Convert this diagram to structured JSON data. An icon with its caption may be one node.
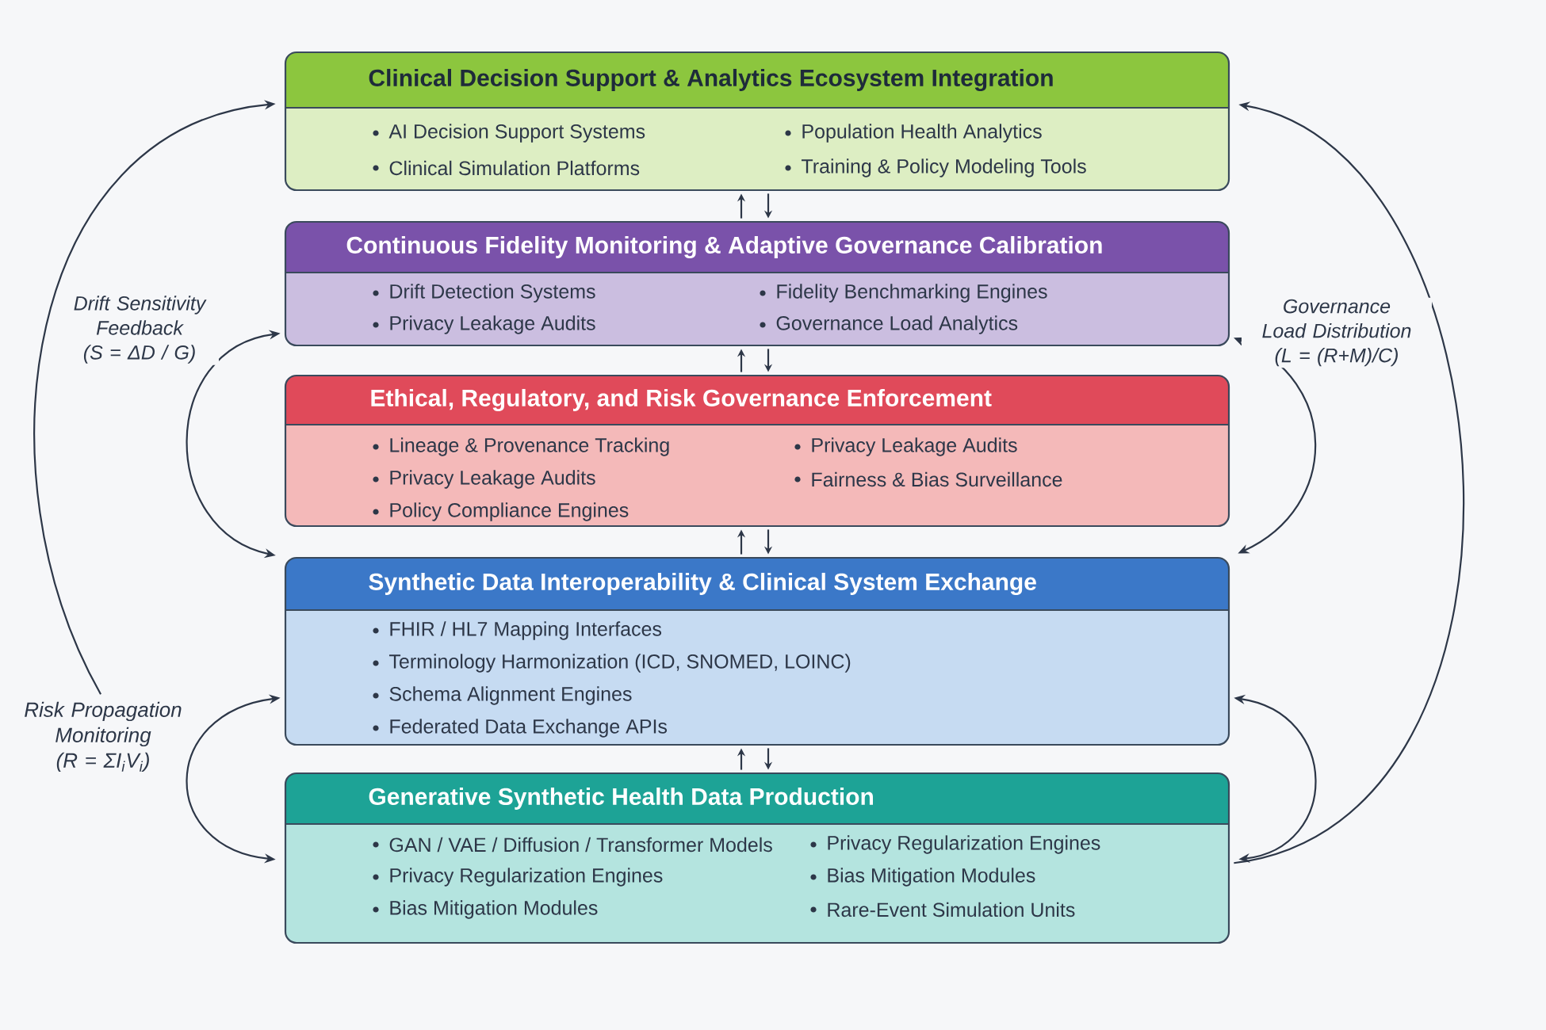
{
  "diagram": {
    "nodes": [
      {
        "text": [
          "Clinical Decision Support & Analytics Ecosystem Integration",
          "AI Decision Support Systems",
          "Clinical Simulation Platforms",
          "Population Health Analytics",
          "Training & Policy Modeling Tools"
        ]
      },
      {
        "text": [
          "Continuous Fidelity Monitoring & Adaptive Governance Calibration",
          "Drift Detection Systems",
          "Privacy Leakage Audits",
          "Fidelity Benchmarking Engines",
          "Governance Load Analytics"
        ]
      },
      {
        "text": [
          "Ethical, Regulatory, and Risk Governance Enforcement",
          "Lineage & Provenance Tracking",
          "Privacy Leakage Audits",
          "Policy Compliance Engines",
          "Privacy Leakage Audits",
          "Fairness & Bias Surveillance"
        ]
      },
      {
        "text": [
          "Synthetic Data Interoperability & Clinical System Exchange",
          "FHIR / HL7 Mapping Interfaces",
          "Terminology Harmonization (ICD, SNOMED, LOINC)",
          "Schema Alignment Engines",
          "Federated Data Exchange APIs"
        ]
      },
      {
        "text": [
          "Generative Synthetic Health Data Production",
          "GAN / VAE / Diffusion / Transformer Models",
          "Privacy Regularization Engines",
          "Bias Mitigation Modules",
          "Privacy Regularization Engines",
          "Bias Mitigation Modules",
          "Rare-Event Simulation Units"
        ]
      },
      {
        "text": [
          "Risk Propagation Monitoring (R = ΣI$_{i}$V$_{i}$)"
        ]
      }
    ],
    "edges": [
      {
        "from": 1,
        "to": 0,
        "arrow": "to"
      },
      {
        "from": 0,
        "to": 1,
        "arrow": "to"
      },
      {
        "from": 2,
        "to": 1,
        "arrow": "to"
      },
      {
        "from": 1,
        "to": 2,
        "arrow": "to"
      },
      {
        "from": 3,
        "to": 2,
        "arrow": "to"
      },
      {
        "from": 2,
        "to": 3,
        "arrow": "to"
      },
      {
        "from": 4,
        "to": 3,
        "arrow": "to"
      },
      {
        "from": 3,
        "to": 4,
        "arrow": "to"
      },
      {
        "from": 5,
        "to": 0,
        "arrow": "to"
      },
      {
        "from": 1,
        "to": 3,
        "arrow": "both",
        "label": "Drift Sensitivity Feedback (S = ΔD / G)"
      },
      {
        "from": 3,
        "to": 4,
        "arrow": "both"
      },
      {
        "from": 4,
        "to": 0,
        "arrow": "to"
      },
      {
        "from": 1,
        "to": 3,
        "arrow": "both",
        "label": "Governance Load Distribution (L = (R+M)/C)"
      },
      {
        "from": 3,
        "to": 4,
        "arrow": "both"
      }
    ]
  }
}
